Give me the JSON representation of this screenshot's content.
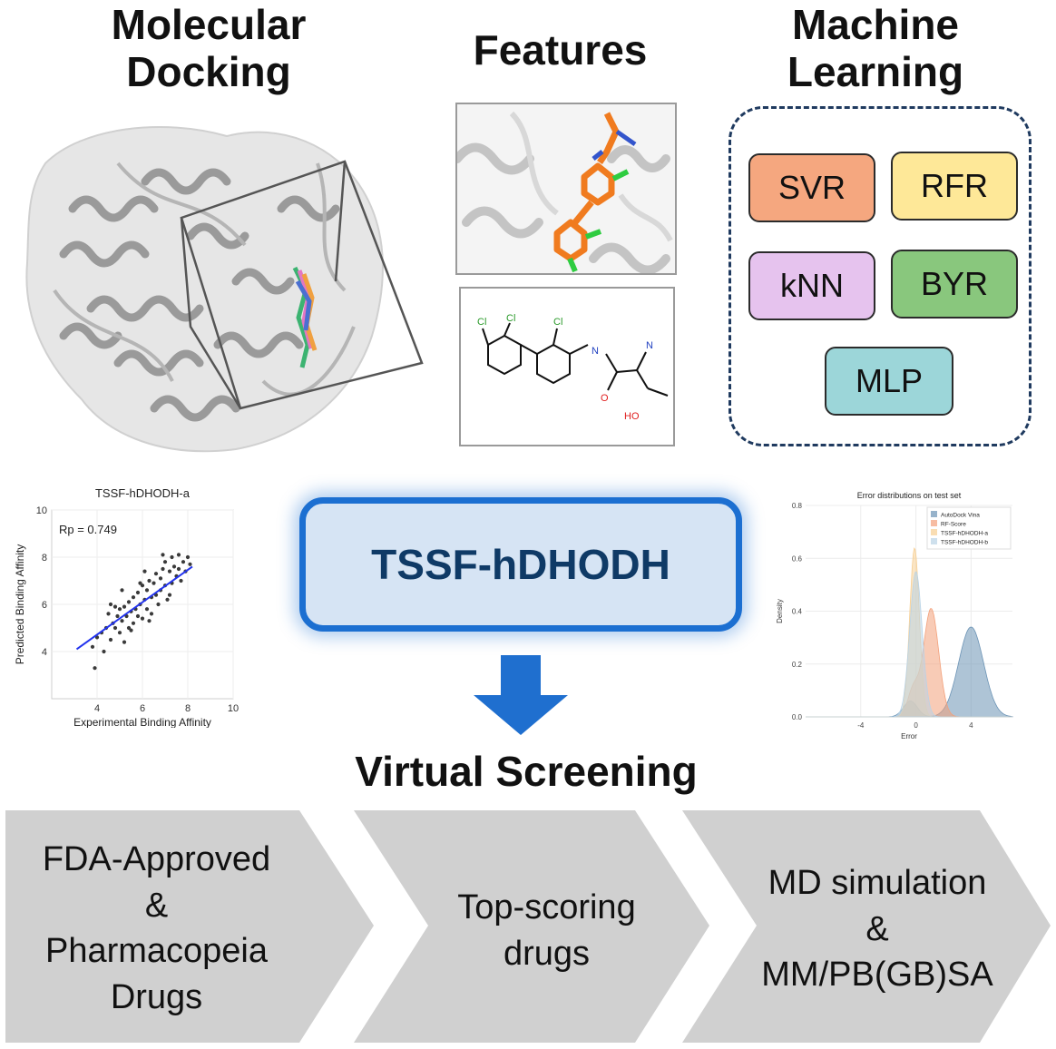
{
  "headings": {
    "docking": "Molecular Docking",
    "features": "Features",
    "ml": "Machine Learning",
    "vs": "Virtual Screening"
  },
  "models": [
    "SVR",
    "RFR",
    "kNN",
    "BYR",
    "MLP"
  ],
  "model_colors": [
    "#f5a77f",
    "#fee898",
    "#e6c3ee",
    "#89c77d",
    "#9cd6d9"
  ],
  "center_label": "TSSF-hDHODH",
  "molecule_labels": {
    "cl1": "Cl",
    "cl2": "Cl",
    "cl3": "Cl",
    "n": "N",
    "nh": "N",
    "o": "O",
    "ho": "HO"
  },
  "steps": [
    {
      "line1": "FDA-Approved",
      "line2": "&",
      "line3": "Pharmacopeia",
      "line4": "Drugs"
    },
    {
      "line1": "Top-scoring",
      "line2": "drugs"
    },
    {
      "line1": "MD simulation",
      "line2": "&",
      "line3": "MM/PB(GB)SA"
    }
  ],
  "chart_data": [
    {
      "type": "scatter",
      "title": "TSSF-hDHODH-a",
      "annotation": "Rp = 0.749",
      "xlabel": "Experimental Binding Affinity",
      "ylabel": "Predicted Binding Affinity",
      "xlim": [
        2,
        10
      ],
      "ylim": [
        2,
        10
      ],
      "xticks": [
        4,
        6,
        8,
        10
      ],
      "yticks": [
        4,
        6,
        8,
        10
      ],
      "fit_line": [
        [
          3.1,
          4.1
        ],
        [
          8.2,
          7.6
        ]
      ],
      "points": [
        [
          3.8,
          4.2
        ],
        [
          4.0,
          4.6
        ],
        [
          4.2,
          4.8
        ],
        [
          4.4,
          5.0
        ],
        [
          4.5,
          5.6
        ],
        [
          4.6,
          4.5
        ],
        [
          4.7,
          5.2
        ],
        [
          4.8,
          5.0
        ],
        [
          4.9,
          5.5
        ],
        [
          5.0,
          4.8
        ],
        [
          5.0,
          5.8
        ],
        [
          5.1,
          5.3
        ],
        [
          5.2,
          5.9
        ],
        [
          5.2,
          4.4
        ],
        [
          5.3,
          5.5
        ],
        [
          5.4,
          6.1
        ],
        [
          5.4,
          5.0
        ],
        [
          5.5,
          5.7
        ],
        [
          5.6,
          6.3
        ],
        [
          5.6,
          5.2
        ],
        [
          5.7,
          5.8
        ],
        [
          5.8,
          6.5
        ],
        [
          5.8,
          5.5
        ],
        [
          5.9,
          6.0
        ],
        [
          6.0,
          6.8
        ],
        [
          6.0,
          5.4
        ],
        [
          6.1,
          6.2
        ],
        [
          6.2,
          6.6
        ],
        [
          6.2,
          5.8
        ],
        [
          6.3,
          7.0
        ],
        [
          6.4,
          6.3
        ],
        [
          6.4,
          5.6
        ],
        [
          6.5,
          6.9
        ],
        [
          6.6,
          6.4
        ],
        [
          6.6,
          7.3
        ],
        [
          6.7,
          6.0
        ],
        [
          6.8,
          7.1
        ],
        [
          6.8,
          6.6
        ],
        [
          6.9,
          7.5
        ],
        [
          7.0,
          6.8
        ],
        [
          7.0,
          7.8
        ],
        [
          7.1,
          6.2
        ],
        [
          7.2,
          7.4
        ],
        [
          7.3,
          8.0
        ],
        [
          7.3,
          6.9
        ],
        [
          7.4,
          7.6
        ],
        [
          7.5,
          7.2
        ],
        [
          7.6,
          8.1
        ],
        [
          7.7,
          7.0
        ],
        [
          7.8,
          7.8
        ],
        [
          7.9,
          7.4
        ],
        [
          8.0,
          8.0
        ],
        [
          8.1,
          7.7
        ],
        [
          4.3,
          4.0
        ],
        [
          3.9,
          3.3
        ],
        [
          4.6,
          6.0
        ],
        [
          5.1,
          6.6
        ],
        [
          5.9,
          6.9
        ],
        [
          6.3,
          5.3
        ],
        [
          7.2,
          6.4
        ],
        [
          5.5,
          4.9
        ],
        [
          6.9,
          8.1
        ],
        [
          7.6,
          7.5
        ],
        [
          4.8,
          5.9
        ],
        [
          6.1,
          7.4
        ]
      ]
    },
    {
      "type": "area",
      "title": "Error distributions on test set",
      "xlabel": "Error",
      "ylabel": "Density",
      "xlim": [
        -8,
        7
      ],
      "ylim": [
        0,
        0.8
      ],
      "xticks": [
        -4,
        0,
        4
      ],
      "yticks": [
        0.0,
        0.2,
        0.4,
        0.6,
        0.8
      ],
      "legend_position": "top-right",
      "series": [
        {
          "name": "AutoDock Vina",
          "color": "#6b93b5",
          "peaks": [
            [
              4.0,
              0.34,
              0.9
            ],
            [
              -0.4,
              0.06,
              0.5
            ]
          ]
        },
        {
          "name": "RF-Score",
          "color": "#f3a07a",
          "peaks": [
            [
              1.1,
              0.41,
              0.55
            ],
            [
              -0.2,
              0.1,
              0.4
            ]
          ]
        },
        {
          "name": "TSSF-hDHODH-a",
          "color": "#f7cf93",
          "peaks": [
            [
              -0.1,
              0.64,
              0.35
            ]
          ]
        },
        {
          "name": "TSSF-hDHODH-b",
          "color": "#b9d3e6",
          "peaks": [
            [
              0.0,
              0.55,
              0.45
            ]
          ]
        }
      ]
    }
  ]
}
